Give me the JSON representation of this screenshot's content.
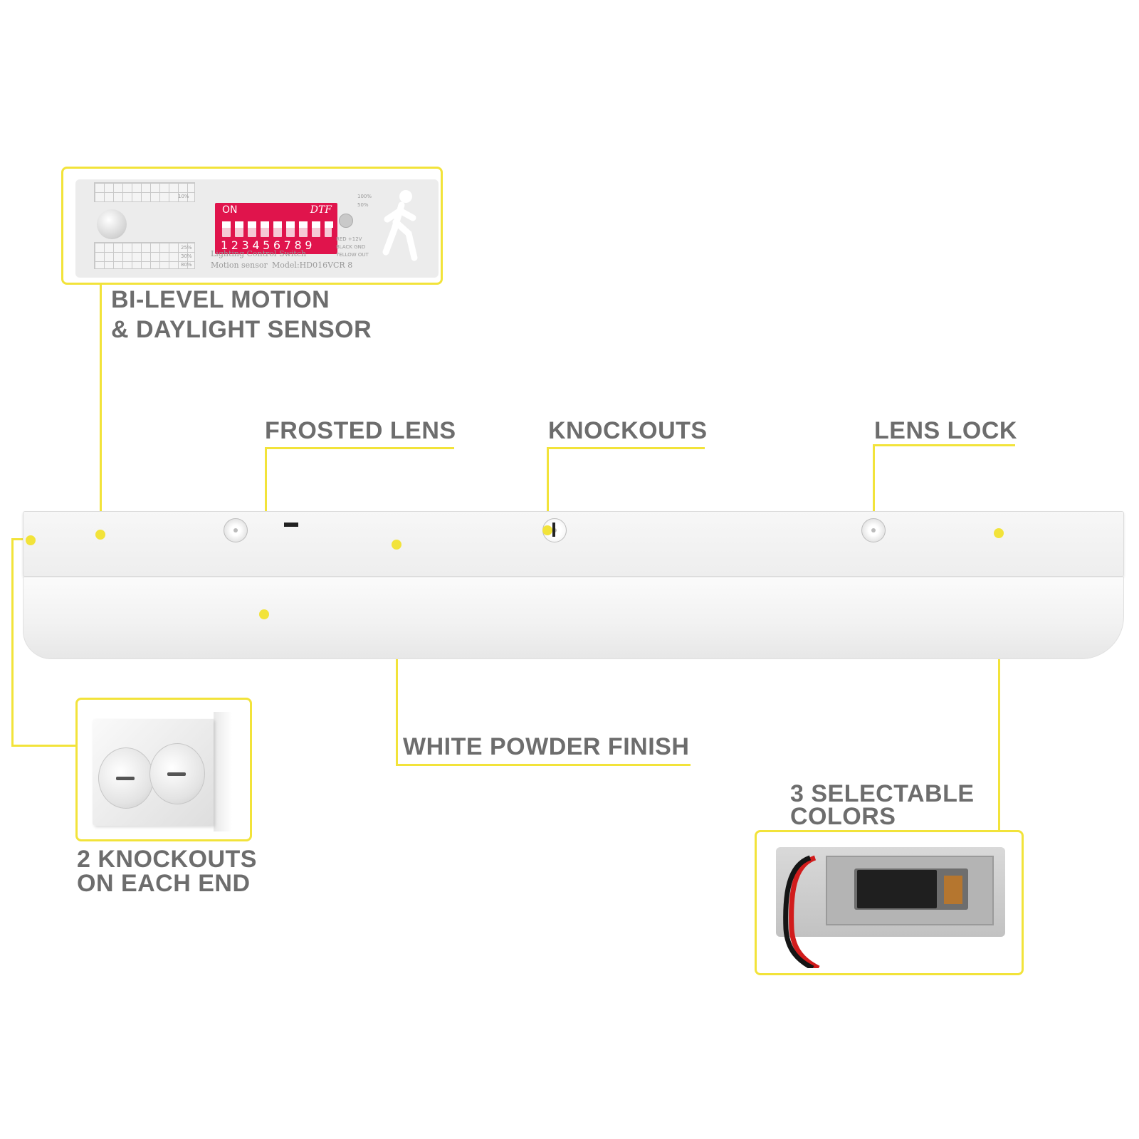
{
  "colors": {
    "accent": "#f2e33a",
    "label_text": "#6d6d6d",
    "dip_switch": "#e0144c"
  },
  "labels": {
    "sensor_line1": "BI-LEVEL MOTION",
    "sensor_line2": "& DAYLIGHT SENSOR",
    "frosted_lens": "FROSTED LENS",
    "knockouts": "KNOCKOUTS",
    "lens_lock": "LENS LOCK",
    "white_powder_finish": "WHITE POWDER FINISH",
    "end_knockouts_line1": "2 KNOCKOUTS",
    "end_knockouts_line2": "ON EACH END",
    "selectable_colors_line1": "3 SELECTABLE",
    "selectable_colors_line2": "COLORS"
  },
  "sensor_panel": {
    "dip_on": "ON",
    "dip_brand": "DTF",
    "dip_numbers": "123456789",
    "lighting_control": "Lighting Control Switch",
    "motion_sensor": "Motion sensor",
    "model": "Model:HD016VCR 8",
    "wire_red": "RED   +12V",
    "wire_black": "BLACK  GND",
    "wire_yellow": "YELLOW  OUT",
    "pct_100": "100%",
    "pct_50": "50%",
    "pct_10": "10%",
    "pct_25": "25%",
    "pct_30": "30%",
    "pct_80": "80%",
    "icon": "walking-person-icon"
  }
}
